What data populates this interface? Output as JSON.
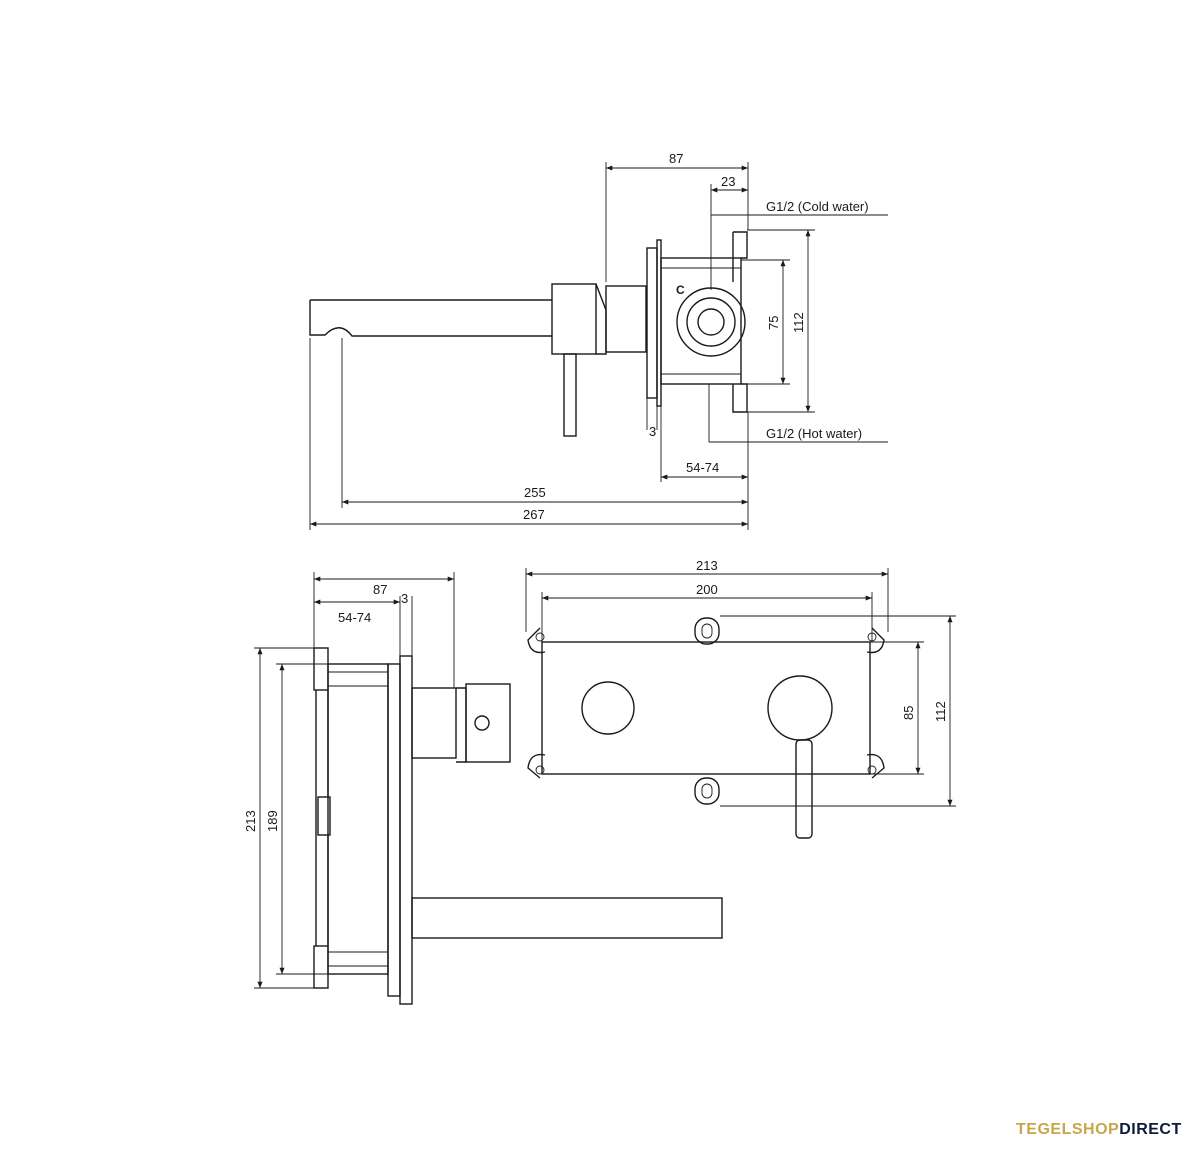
{
  "dimensions": {
    "side_view": {
      "depth_total": "87",
      "offset_23": "23",
      "label_cold": "G1/2 (Cold water)",
      "label_hot": "G1/2 (Hot water)",
      "height_75": "75",
      "height_112": "112",
      "plate_3": "3",
      "wall_range": "54-74",
      "spout_255": "255",
      "spout_267": "267",
      "cold_marker": "C"
    },
    "top_view": {
      "depth_87": "87",
      "wall_range": "54-74",
      "plate_3": "3",
      "height_213": "213",
      "height_189": "189"
    },
    "front_view": {
      "width_213": "213",
      "width_200": "200",
      "height_85": "85",
      "height_112": "112"
    }
  },
  "brand": {
    "part_a": "TEGELSHOP",
    "part_b": "DIRECT",
    "color_a": "#c9a648",
    "color_b": "#0b1a3d"
  }
}
